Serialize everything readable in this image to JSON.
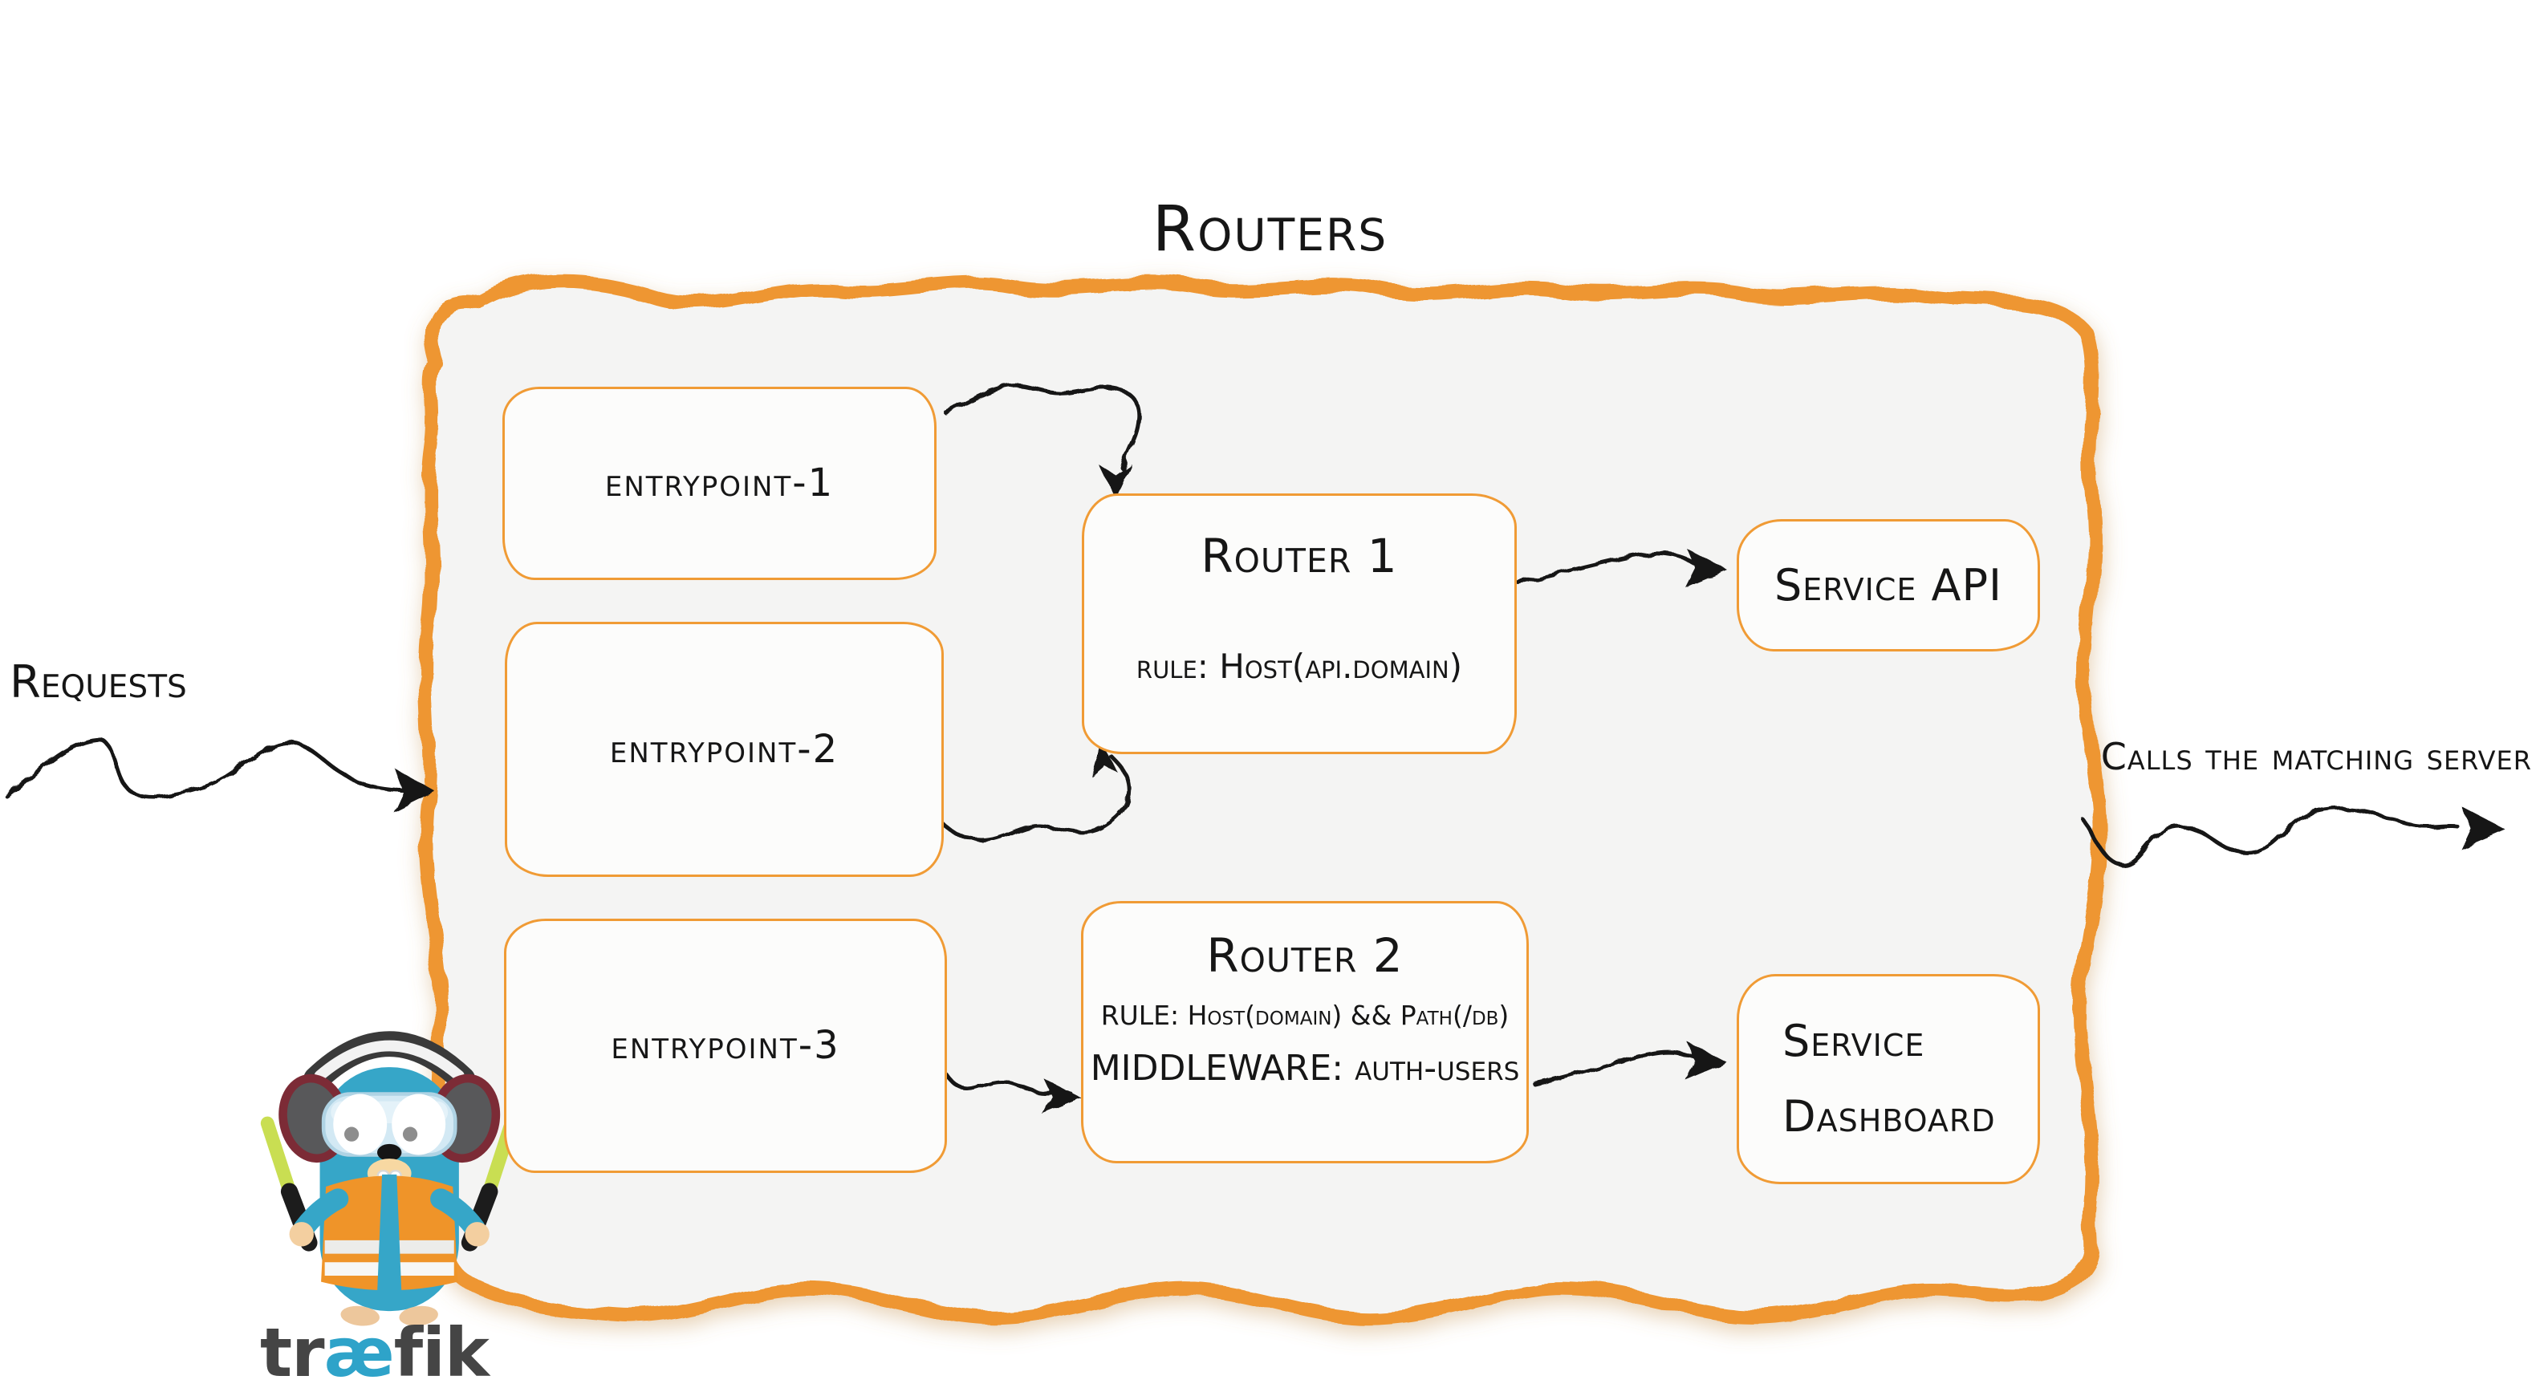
{
  "title": "Routers",
  "labels": {
    "requests": "Requests",
    "calls": "Calls the matching server"
  },
  "entrypoints": [
    {
      "label": "entrypoint-1"
    },
    {
      "label": "entrypoint-2"
    },
    {
      "label": "entrypoint-3"
    }
  ],
  "routers": [
    {
      "name": "Router 1",
      "rule": "rule: Host(api.domain)"
    },
    {
      "name": "Router 2",
      "rule": "RULE: Host(domain) && Path(/db)",
      "middleware": "MIDDLEWARE: auth-users"
    }
  ],
  "services": [
    {
      "label": "Service API"
    },
    {
      "line1": "Service",
      "line2": "Dashboard"
    }
  ],
  "logo": {
    "part1": "tr",
    "ae": "æ",
    "part2": "fik"
  },
  "colors": {
    "panel_border_orange": "#EE9630",
    "node_border_orange": "#F09B35",
    "panel_fill": "#F4F4F3",
    "node_fill": "#FCFCFB",
    "ink": "#161616",
    "arrow_black": "#141414",
    "gopher_blue": "#36A6C8",
    "vest_orange": "#EF9429",
    "wand_green": "#C9DE52",
    "wordmark_grey": "#454545",
    "wordmark_teal": "#2EA3C9"
  }
}
